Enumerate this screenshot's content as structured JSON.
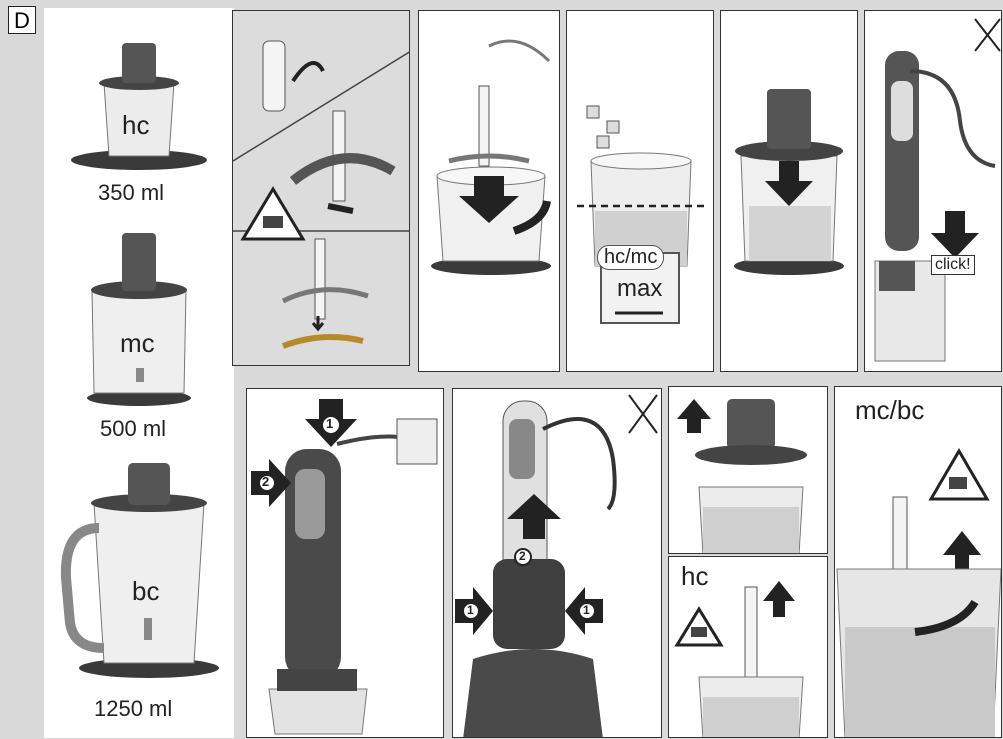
{
  "section": "D",
  "attachments": [
    {
      "code": "hc",
      "volume": "350 ml"
    },
    {
      "code": "mc",
      "volume": "500 ml"
    },
    {
      "code": "bc",
      "volume": "1250 ml"
    }
  ],
  "step4": {
    "level_label": "hc/mc",
    "max_label": "max"
  },
  "step6": {
    "callout": "click!"
  },
  "step7": {
    "num1": "1",
    "num2": "2"
  },
  "step8": {
    "num1_left": "1",
    "num1_right": "1",
    "num2": "2"
  },
  "step10": {
    "label": "hc"
  },
  "step11": {
    "label": "mc/bc"
  },
  "colors": {
    "accent_dark": "#3a3a3a",
    "panel_bg": "#ffffff",
    "page_bg": "#d9d9d9"
  }
}
